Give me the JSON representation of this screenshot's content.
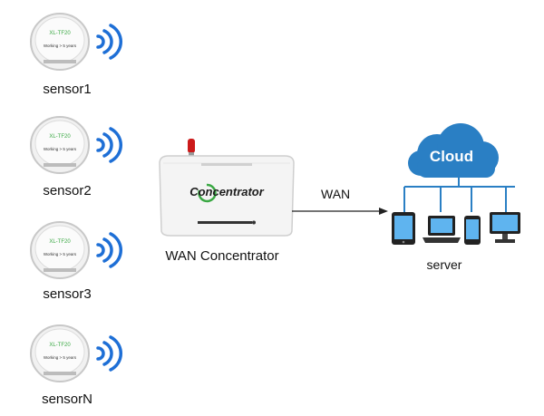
{
  "sensors": [
    {
      "label": "sensor1",
      "device_model": "XL-TF20",
      "device_note": "Working > 5 years"
    },
    {
      "label": "sensor2",
      "device_model": "XL-TF20",
      "device_note": "Working > 5 years"
    },
    {
      "label": "sensor3",
      "device_model": "XL-TF20",
      "device_note": "Working > 5 years"
    },
    {
      "label": "sensorN",
      "device_model": "XL-TF20",
      "device_note": "Working > 5 years"
    }
  ],
  "concentrator": {
    "device_text": "Concentrator",
    "label": "WAN Concentrator"
  },
  "link": {
    "label": "WAN"
  },
  "cloud": {
    "label": "Cloud"
  },
  "server": {
    "label": "server"
  },
  "colors": {
    "wifi_blue": "#1e6fd6",
    "cloud_blue": "#2a7fc4",
    "sensor_green": "#3aa843",
    "concentrator_red": "#cc1a1a"
  }
}
